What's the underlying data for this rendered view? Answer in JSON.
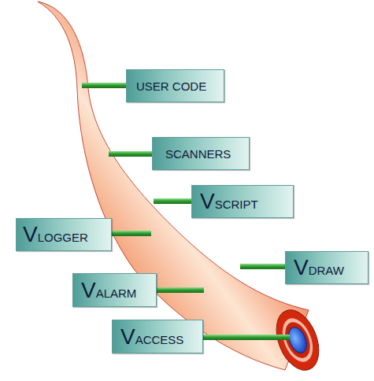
{
  "diagram": {
    "nodes": [
      {
        "text": [
          "USER CODE"
        ]
      },
      {
        "text": [
          "SCANNERS"
        ]
      },
      {
        "text": [
          "VSCRIPT"
        ]
      },
      {
        "text": [
          "VLOGGER"
        ]
      },
      {
        "text": [
          "VDRAW"
        ]
      },
      {
        "text": [
          "VALARM"
        ]
      },
      {
        "text": [
          "VACCESS"
        ]
      }
    ]
  }
}
